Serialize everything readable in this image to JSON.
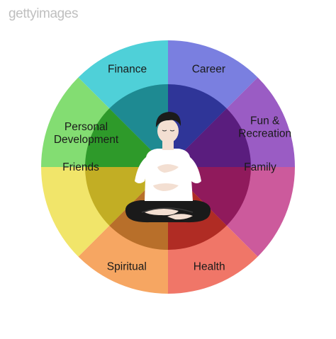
{
  "watermark": "gettyimages",
  "wheel": {
    "segments": [
      {
        "label": "Finance",
        "outer": "#4fd0d8",
        "inner": "#1e8a92"
      },
      {
        "label": "Career",
        "outer": "#7a7fe0",
        "inner": "#2f3598"
      },
      {
        "label": "Fun &\nRecreation",
        "outer": "#9a5cc4",
        "inner": "#5a1d7e"
      },
      {
        "label": "Family",
        "outer": "#cc5a9c",
        "inner": "#901a5c"
      },
      {
        "label": "Health",
        "outer": "#f07668",
        "inner": "#b02c24"
      },
      {
        "label": "Spiritual",
        "outer": "#f6a662",
        "inner": "#b86f2a"
      },
      {
        "label": "Friends",
        "outer": "#f1e56a",
        "inner": "#c2ae24"
      },
      {
        "label": "Personal\nDevelopment",
        "outer": "#83dd72",
        "inner": "#2e9a2a"
      }
    ]
  },
  "figure": {
    "description_icon": "meditating-person-icon",
    "skin": "#f3dfd2",
    "shirt": "#ffffff",
    "hair": "#1b1b1b",
    "pants": "#1a1a1a"
  }
}
